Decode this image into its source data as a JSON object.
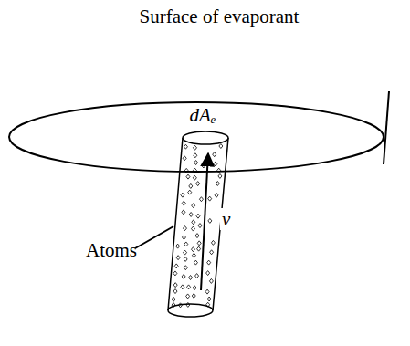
{
  "diagram": {
    "labels": [
      "Surface of evaporant",
      "dAₑ",
      "Atoms",
      "v"
    ]
  }
}
